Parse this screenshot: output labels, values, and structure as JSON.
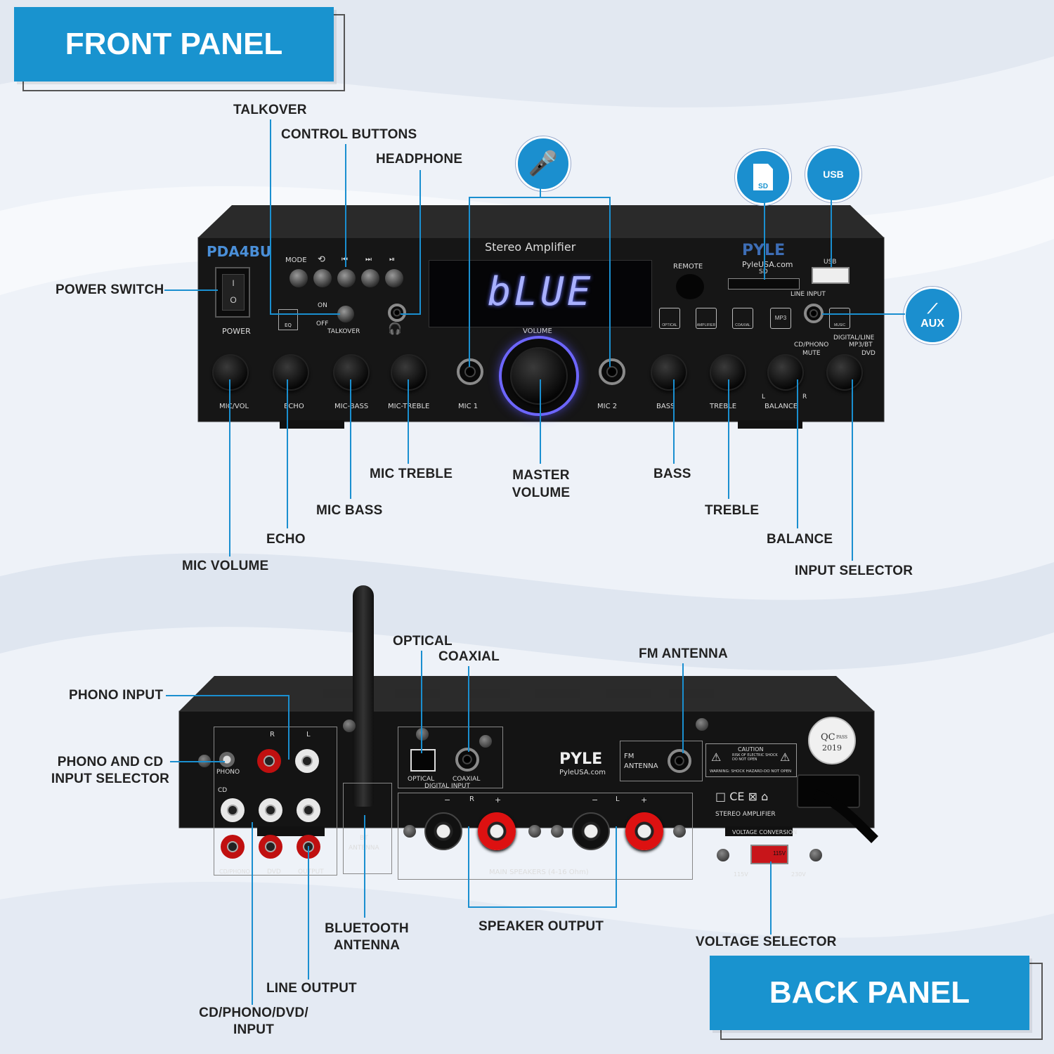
{
  "banners": {
    "front": "FRONT PANEL",
    "back": "BACK PANEL"
  },
  "colors": {
    "accent": "#1993cf",
    "callout_line": "#1a8fd0",
    "device_body": "#151515",
    "display_text": "#9fa8ff"
  },
  "front": {
    "callouts": {
      "talkover": "TALKOVER",
      "control_buttons": "CONTROL BUTTONS",
      "headphone": "HEADPHONE",
      "power_switch": "POWER SWITCH",
      "mic_treble": "MIC TREBLE",
      "master_volume": "MASTER\nVOLUME",
      "bass": "BASS",
      "mic_bass": "MIC BASS",
      "treble": "TREBLE",
      "echo": "ECHO",
      "balance": "BALANCE",
      "mic_volume": "MIC VOLUME",
      "input_selector": "INPUT SELECTOR"
    },
    "icons": {
      "mic": "microphone-icon",
      "sd": "SD",
      "usb": "USB",
      "aux": "AUX"
    },
    "device": {
      "model": "PDA4BU",
      "title": "Stereo Amplifier",
      "brand": "PYLE",
      "site": "PyleUSA.com",
      "display": "bLUE",
      "mode": "MODE",
      "remote": "REMOTE",
      "sd": "SD",
      "usb": "USB",
      "line_input": "LINE INPUT",
      "eq": "EQ",
      "on": "ON",
      "off": "OFF",
      "talkover": "TALKOVER",
      "power": "POWER",
      "volume": "VOLUME",
      "knob_labels": [
        "MIC/VOL",
        "ECHO",
        "MIC-BASS",
        "MIC-TREBLE",
        "MIC 1",
        "MIC 2",
        "BASS",
        "TREBLE",
        "BALANCE"
      ],
      "balance_l": "L",
      "balance_r": "R",
      "selector_labels": [
        "DIGITAL/LINE",
        "CD/PHONO",
        "MP3/BT",
        "MUTE",
        "DVD"
      ],
      "source_icons": [
        "OPTICAL",
        "AMPLIFIER",
        "COAXIAL",
        "MP3",
        "MUSIC"
      ]
    }
  },
  "back": {
    "callouts": {
      "optical": "OPTICAL",
      "coaxial": "COAXIAL",
      "fm_antenna": "FM ANTENNA",
      "phono_input": "PHONO INPUT",
      "phono_cd_selector": "PHONO AND CD\nINPUT SELECTOR",
      "bluetooth_antenna": "BLUETOOTH\nANTENNA",
      "speaker_output": "SPEAKER OUTPUT",
      "voltage_selector": "VOLTAGE SELECTOR",
      "line_output": "LINE OUTPUT",
      "cd_phono_dvd_input": "CD/PHONO/DVD/\nINPUT"
    },
    "device": {
      "brand": "PYLE",
      "site": "PyleUSA.com",
      "r": "R",
      "l": "L",
      "phono": "PHONO",
      "cd": "CD",
      "group_labels": [
        "CD/PHONO",
        "DVD",
        "OUTPUT"
      ],
      "bt_antenna": "BT\nANTENNA",
      "optical": "OPTICAL",
      "coaxial": "COAXIAL",
      "digital_input": "DIGITAL INPUT",
      "fm_antenna": "FM\nANTENNA",
      "caution": "CAUTION",
      "caution_sub": "RISK OF ELECTRIC SHOCK\nDO NOT OPEN",
      "warning": "WARNING: SHOCK HAZARD-DO NOT OPEN",
      "qc": "QC",
      "qc_pass": "PASS",
      "qc_year": "2019",
      "stereo_amplifier": "STEREO AMPLIFIER",
      "voltage_conversion": "VOLTAGE CONVERSION",
      "v115": "115V",
      "v230": "230V",
      "switch_label": "115V",
      "main_speakers": "MAIN SPEAKERS (4-16 Ohm)",
      "minus": "−",
      "plus": "+",
      "cert_marks": "□ CE ⊠ ⌂"
    }
  }
}
